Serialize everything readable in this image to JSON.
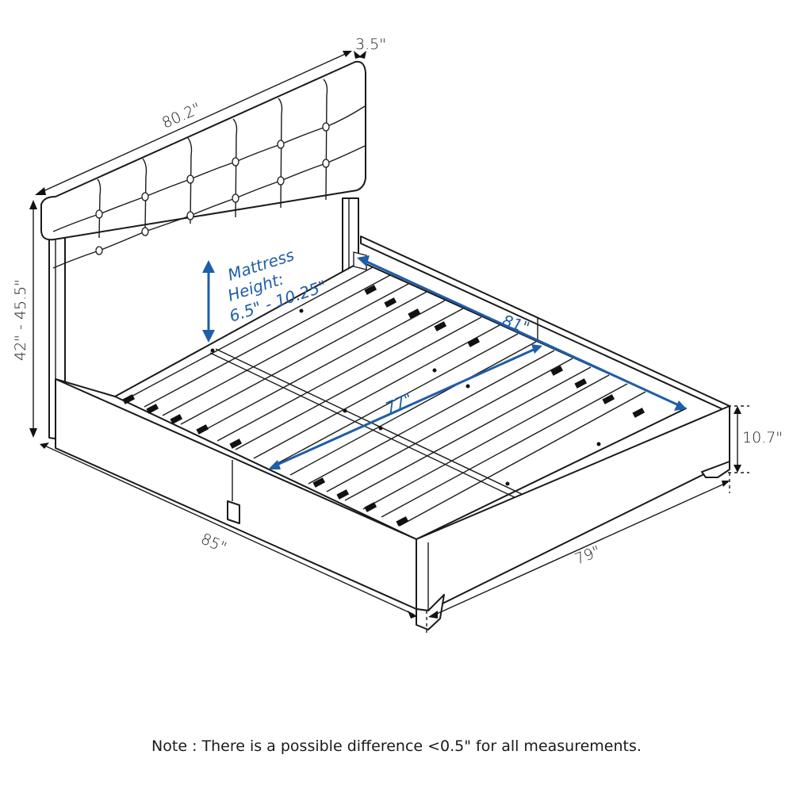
{
  "diagram": {
    "subject": "Upholstered platform bed frame with tufted headboard",
    "colors": {
      "line": "#1a1a1a",
      "accent_blue": "#1f5ea8",
      "background": "#ffffff"
    },
    "dimensions": {
      "headboard_width": "80.2\"",
      "headboard_thickness": "3.5\"",
      "headboard_height": "42\" - 45.5\"",
      "mattress_height_label_line1": "Mattress",
      "mattress_height_label_line2": "Height:",
      "mattress_height_label_line3": "6.5\" - 10.25\"",
      "inner_length": "81\"",
      "inner_width": "77\"",
      "frame_height": "10.7\"",
      "overall_length": "85\"",
      "overall_width": "79\""
    },
    "note": "Note : There is a possible difference <0.5\" for all measurements."
  }
}
